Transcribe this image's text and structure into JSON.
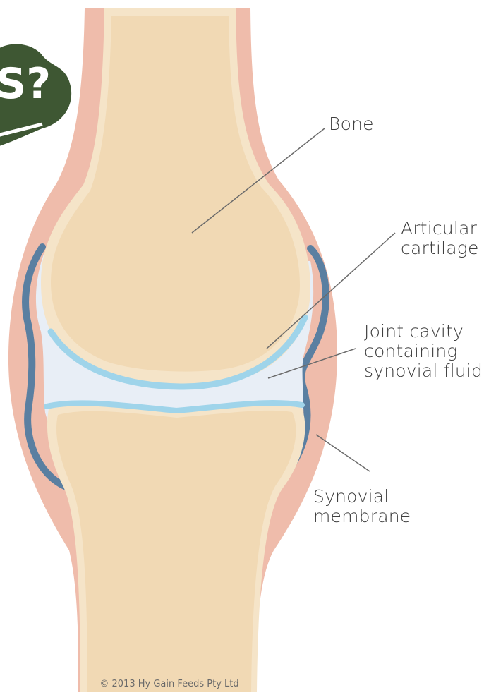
{
  "labels": {
    "bone": "Bone",
    "articular_cartilage": [
      "Articular",
      "cartilage"
    ],
    "joint_cavity": [
      "Joint cavity",
      "containing",
      "synovial fluid"
    ],
    "synovial_membrane": [
      "Synovial",
      "membrane"
    ]
  },
  "badge": {
    "text": "S?"
  },
  "copyright": "© 2013 Hy Gain Feeds Pty Ltd",
  "colors": {
    "skin": "#efbcab",
    "capsule": "#f3d2bd",
    "bone": "#f1d9b4",
    "bone_rim": "#f5e4c8",
    "cavity": "#e8eef6",
    "cartilage": "#9fd4ea",
    "membrane": "#5a7fa1",
    "badge": "#3e5733",
    "leader": "#6b6b6b"
  },
  "icons": {
    "badge": "question-badge-icon"
  }
}
